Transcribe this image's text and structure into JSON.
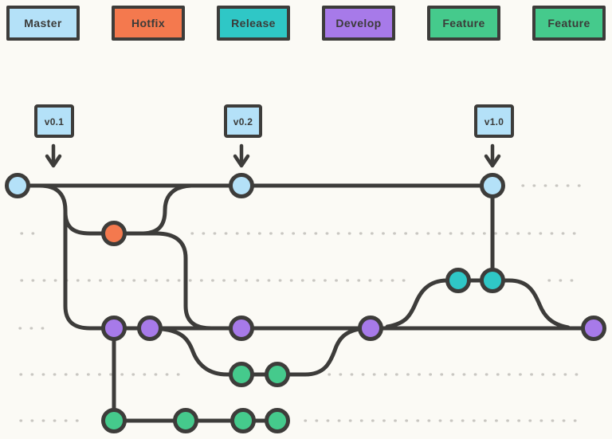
{
  "legend": {
    "items": [
      {
        "label": "Master",
        "color": "#b4e1f8"
      },
      {
        "label": "Hotfix",
        "color": "#f4794e"
      },
      {
        "label": "Release",
        "color": "#2fc7c6"
      },
      {
        "label": "Develop",
        "color": "#a77ae9"
      },
      {
        "label": "Feature",
        "color": "#45ca8c"
      },
      {
        "label": "Feature",
        "color": "#45ca8c"
      }
    ]
  },
  "tags": {
    "items": [
      {
        "label": "v0.1"
      },
      {
        "label": "v0.2"
      },
      {
        "label": "v1.0"
      }
    ]
  },
  "colors": {
    "background": "#fbfaf5",
    "line": "#3d3c3a",
    "lane_dots": "#c9c7c2",
    "master": "#b4e1f8",
    "hotfix": "#f4794e",
    "release": "#2fc7c6",
    "develop": "#a77ae9",
    "feature": "#45ca8c"
  },
  "diagram": {
    "type": "git-flow-branching",
    "lanes": [
      {
        "name": "master",
        "color": "#b4e1f8",
        "commits": 3,
        "tags": [
          "v0.1",
          "v0.2",
          "v1.0"
        ]
      },
      {
        "name": "hotfix",
        "color": "#f4794e",
        "commits": 1,
        "branches_from": "master",
        "merges_into": [
          "master",
          "develop"
        ]
      },
      {
        "name": "release",
        "color": "#2fc7c6",
        "commits": 2,
        "branches_from": "develop",
        "merges_into": [
          "master",
          "develop"
        ]
      },
      {
        "name": "develop",
        "color": "#a77ae9",
        "commits": 5,
        "branches_from": "master"
      },
      {
        "name": "feature",
        "color": "#45ca8c",
        "commits": 2,
        "branches_from": "develop",
        "merges_into": [
          "develop"
        ]
      },
      {
        "name": "feature-2",
        "color": "#45ca8c",
        "commits": 4,
        "branches_from": "develop"
      }
    ]
  }
}
